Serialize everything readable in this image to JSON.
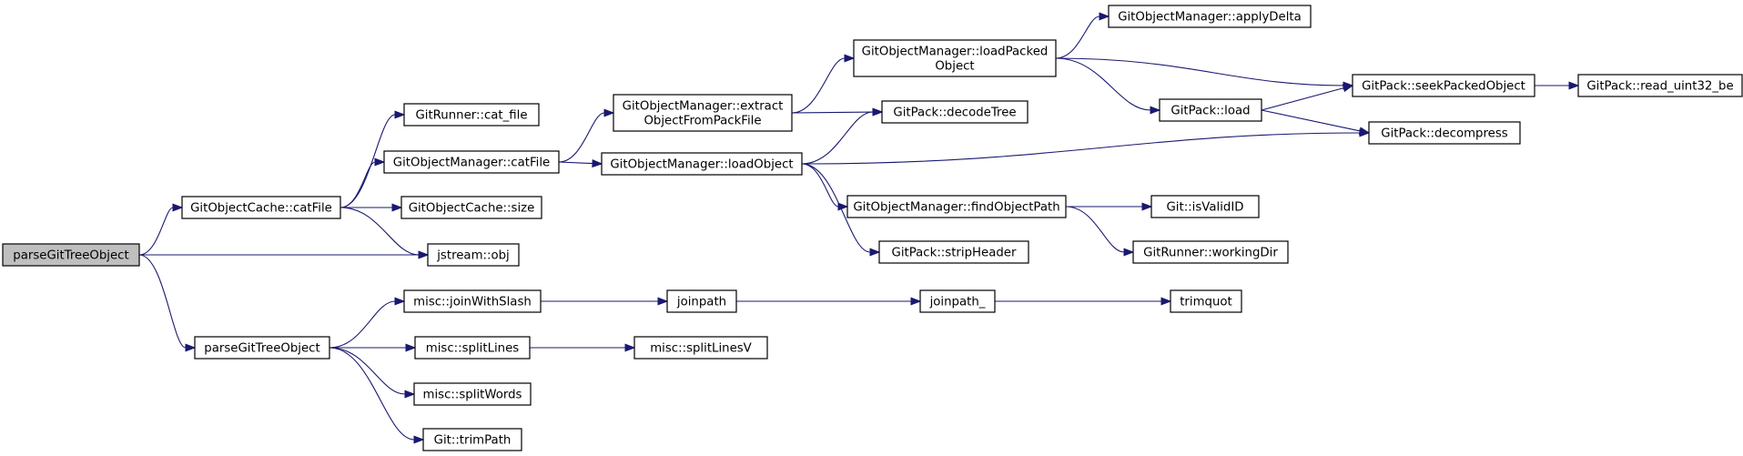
{
  "graph": {
    "nodes": [
      {
        "id": "root",
        "lines": [
          "parseGitTreeObject"
        ],
        "highlight": true
      },
      {
        "id": "cacheCatFile",
        "lines": [
          "GitObjectCache::catFile"
        ]
      },
      {
        "id": "parseGitTreeObject2",
        "lines": [
          "parseGitTreeObject"
        ]
      },
      {
        "id": "jstreamObj",
        "lines": [
          "jstream::obj"
        ]
      },
      {
        "id": "runnerCatFile",
        "lines": [
          "GitRunner::cat_file"
        ]
      },
      {
        "id": "managerCatFile",
        "lines": [
          "GitObjectManager::catFile"
        ]
      },
      {
        "id": "cacheSize",
        "lines": [
          "GitObjectCache::size"
        ]
      },
      {
        "id": "extractObj",
        "lines": [
          "GitObjectManager::extract",
          "ObjectFromPackFile"
        ]
      },
      {
        "id": "loadObject",
        "lines": [
          "GitObjectManager::loadObject"
        ]
      },
      {
        "id": "loadPacked",
        "lines": [
          "GitObjectManager::loadPacked",
          "Object"
        ]
      },
      {
        "id": "decodeTree",
        "lines": [
          "GitPack::decodeTree"
        ]
      },
      {
        "id": "findObjectPath",
        "lines": [
          "GitObjectManager::findObjectPath"
        ]
      },
      {
        "id": "stripHeader",
        "lines": [
          "GitPack::stripHeader"
        ]
      },
      {
        "id": "applyDelta",
        "lines": [
          "GitObjectManager::applyDelta"
        ]
      },
      {
        "id": "packLoad",
        "lines": [
          "GitPack::load"
        ]
      },
      {
        "id": "seekPacked",
        "lines": [
          "GitPack::seekPackedObject"
        ]
      },
      {
        "id": "decompress",
        "lines": [
          "GitPack::decompress"
        ]
      },
      {
        "id": "readUint32",
        "lines": [
          "GitPack::read_uint32_be"
        ]
      },
      {
        "id": "isValidID",
        "lines": [
          "Git::isValidID"
        ]
      },
      {
        "id": "workingDir",
        "lines": [
          "GitRunner::workingDir"
        ]
      },
      {
        "id": "joinWithSlash",
        "lines": [
          "misc::joinWithSlash"
        ]
      },
      {
        "id": "splitLines",
        "lines": [
          "misc::splitLines"
        ]
      },
      {
        "id": "splitWords",
        "lines": [
          "misc::splitWords"
        ]
      },
      {
        "id": "trimPath",
        "lines": [
          "Git::trimPath"
        ]
      },
      {
        "id": "joinpath",
        "lines": [
          "joinpath"
        ]
      },
      {
        "id": "splitLinesV",
        "lines": [
          "misc::splitLinesV"
        ]
      },
      {
        "id": "joinpathU",
        "lines": [
          "joinpath_"
        ]
      },
      {
        "id": "trimquot",
        "lines": [
          "trimquot"
        ]
      }
    ],
    "edges": [
      [
        "root",
        "cacheCatFile"
      ],
      [
        "root",
        "jstreamObj"
      ],
      [
        "root",
        "parseGitTreeObject2"
      ],
      [
        "cacheCatFile",
        "runnerCatFile"
      ],
      [
        "cacheCatFile",
        "managerCatFile"
      ],
      [
        "cacheCatFile",
        "cacheSize"
      ],
      [
        "cacheCatFile",
        "jstreamObj"
      ],
      [
        "managerCatFile",
        "extractObj"
      ],
      [
        "managerCatFile",
        "loadObject"
      ],
      [
        "extractObj",
        "loadPacked"
      ],
      [
        "extractObj",
        "decodeTree"
      ],
      [
        "loadObject",
        "decodeTree"
      ],
      [
        "loadObject",
        "decompress"
      ],
      [
        "loadObject",
        "findObjectPath"
      ],
      [
        "loadObject",
        "stripHeader"
      ],
      [
        "loadPacked",
        "applyDelta"
      ],
      [
        "loadPacked",
        "seekPacked"
      ],
      [
        "loadPacked",
        "packLoad"
      ],
      [
        "packLoad",
        "seekPacked"
      ],
      [
        "packLoad",
        "decompress"
      ],
      [
        "seekPacked",
        "readUint32"
      ],
      [
        "findObjectPath",
        "isValidID"
      ],
      [
        "findObjectPath",
        "workingDir"
      ],
      [
        "parseGitTreeObject2",
        "joinWithSlash"
      ],
      [
        "parseGitTreeObject2",
        "splitLines"
      ],
      [
        "parseGitTreeObject2",
        "splitWords"
      ],
      [
        "parseGitTreeObject2",
        "trimPath"
      ],
      [
        "joinWithSlash",
        "joinpath"
      ],
      [
        "joinpath",
        "joinpathU"
      ],
      [
        "joinpathU",
        "trimquot"
      ],
      [
        "splitLines",
        "splitLinesV"
      ]
    ]
  }
}
